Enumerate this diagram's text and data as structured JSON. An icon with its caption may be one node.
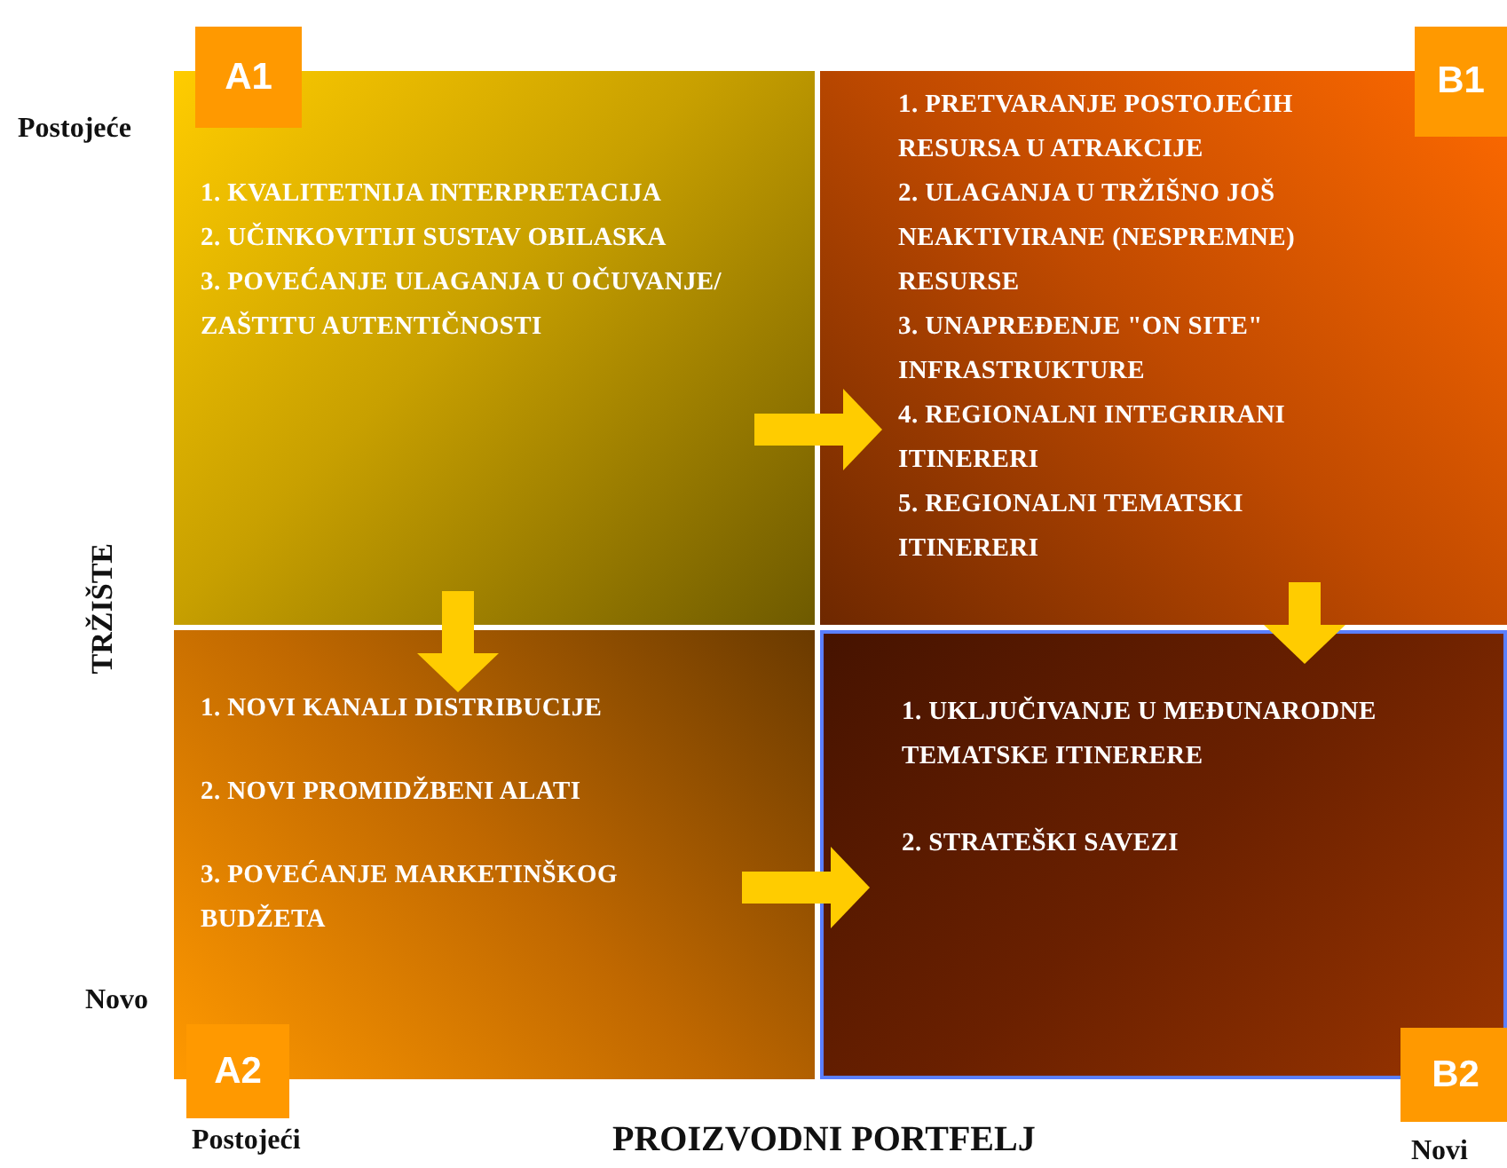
{
  "diagram": {
    "nodes": [
      {
        "text": [
          "A1",
          "1. KVALITETNIJA INTERPRETACIJA",
          "2. UČINKOVITIJI SUSTAV OBILASKA",
          "3. POVEĆANJE ULAGANJA U OČUVANJE/ ZAŠTITU AUTENTIČNOSTI"
        ]
      },
      {
        "text": [
          "B1",
          "1. PRETVARANJE  POSTOJEĆIH RESURSA  U ATRAKCIJE",
          "2. ULAGANJA U TRŽIŠNO JOŠ NEAKTIVIRANE (NESPREMNE) RESURSE",
          "3. UNAPREĐENJE \"ON SITE\" INFRASTRUKTURE",
          "4. REGIONALNI INTEGRIRANI ITINERERI",
          "5. REGIONALNI TEMATSKI ITINERERI"
        ]
      },
      {
        "text": [
          "1. NOVI KANALI DISTRIBUCIJE",
          "2. NOVI PROMIDŽBENI ALATI",
          "3. POVEĆANJE MARKETINŠKOG BUDŽETA",
          "A2"
        ]
      },
      {
        "text": [
          "1. UKLJUČIVANJE U MEĐUNARODNE TEMATSKE ITINERERE",
          "2. STRATEŠKI SAVEZI",
          "B2"
        ]
      }
    ],
    "edges": [
      {
        "from": 0,
        "to": 1,
        "arrow": "to"
      },
      {
        "from": 0,
        "to": 2,
        "arrow": "to"
      },
      {
        "from": 1,
        "to": 3,
        "arrow": "to"
      },
      {
        "from": 2,
        "to": 3,
        "arrow": "to"
      }
    ],
    "labels": [
      "Postojeće",
      "TRŽIŠTE",
      "Novo",
      "Postojeći",
      "PROIZVODNI PORTFELJ",
      "Novi"
    ]
  }
}
